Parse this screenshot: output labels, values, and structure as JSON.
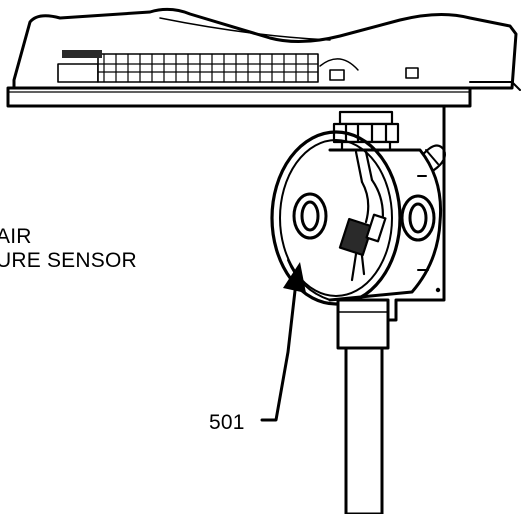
{
  "labels": {
    "sensor_line_1": "AIR",
    "sensor_line_2": "URE SENSOR",
    "callout": "501"
  },
  "colors": {
    "stroke": "#000000",
    "fill": "#ffffff",
    "shade": "#2a2a2a"
  }
}
